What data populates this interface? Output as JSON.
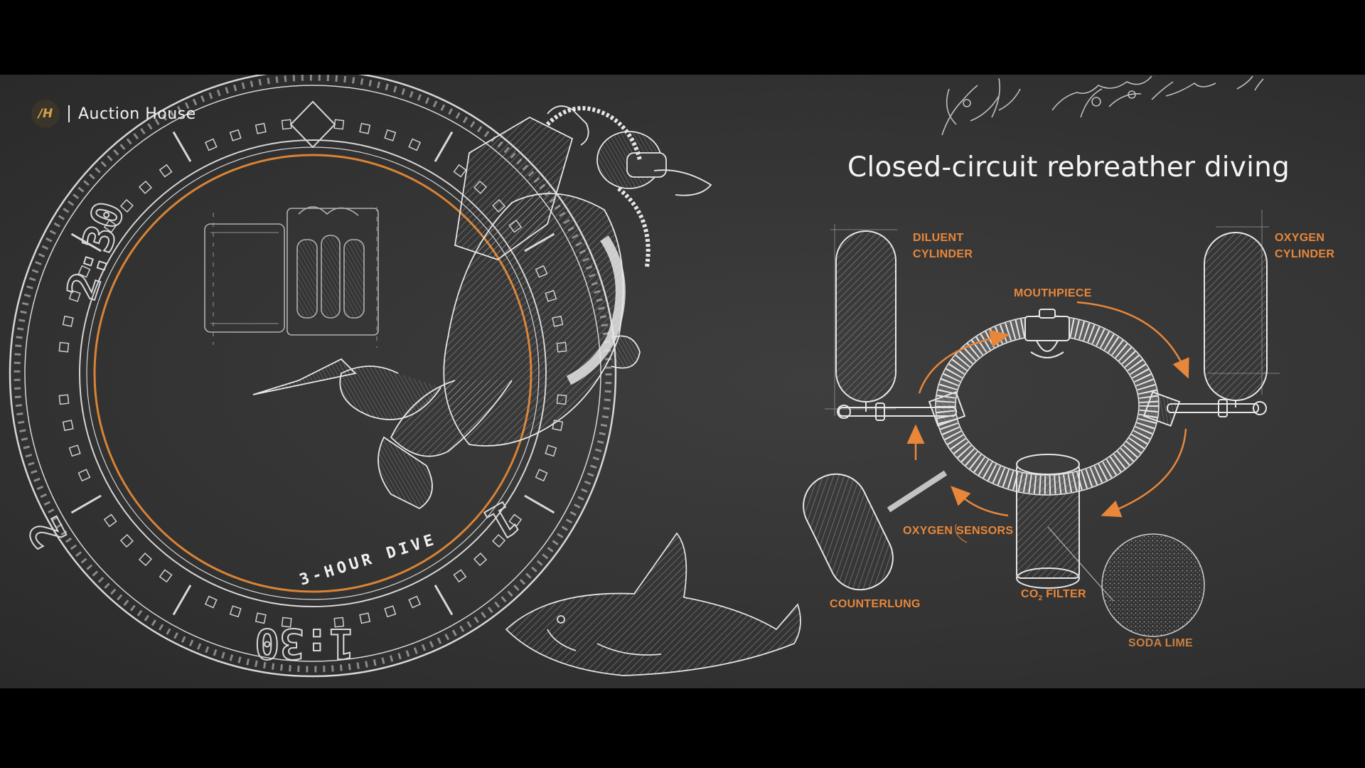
{
  "brand": {
    "logo_text": "/H",
    "name": "Auction House"
  },
  "title": "Closed-circuit rebreather diving",
  "bezel": {
    "markers": [
      "2:30",
      "2",
      "1:30",
      "1"
    ],
    "dial_caption": "3-HOUR DIVE"
  },
  "diagram_labels": {
    "diluent_line1": "DILUENT",
    "diluent_line2": "CYLINDER",
    "oxygen_line1": "OXYGEN",
    "oxygen_line2": "CYLINDER",
    "mouthpiece": "MOUTHPIECE",
    "oxygen_sensors": "OXYGEN SENSORS",
    "counterlung": "COUNTERLUNG",
    "co2_prefix": "CO",
    "co2_sub": "2",
    "co2_suffix": " FILTER",
    "soda_lime": "SODA LIME"
  },
  "colors": {
    "accent_orange": "#e8873a",
    "background": "#363636",
    "sketch_line": "#e6e6e6"
  },
  "icons": [
    "diver-illustration",
    "shark-illustration",
    "coral-illustration",
    "rebreather-unit-illustration"
  ]
}
